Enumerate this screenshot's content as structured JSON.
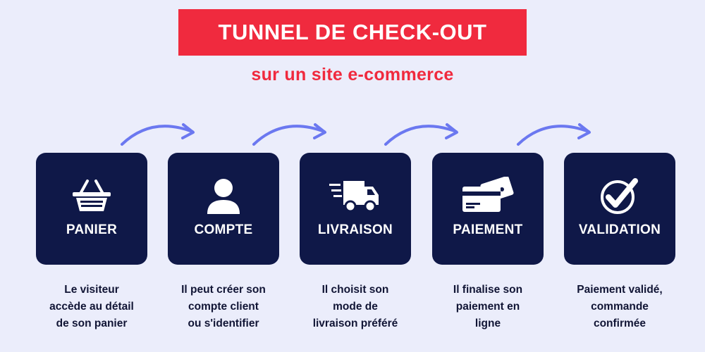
{
  "header": {
    "title": "TUNNEL DE CHECK-OUT",
    "subtitle": "sur un site e-commerce"
  },
  "colors": {
    "accent": "#f02a3e",
    "card": "#0f1848",
    "arrow": "#6b78f0",
    "background": "#ebedfb",
    "text": "#111535"
  },
  "steps": [
    {
      "label": "PANIER",
      "icon": "basket-icon",
      "desc": [
        "Le visiteur",
        "accède au détail",
        "de son panier"
      ]
    },
    {
      "label": "COMPTE",
      "icon": "user-icon",
      "desc": [
        "Il peut créer son",
        "compte client",
        "ou s'identifier"
      ]
    },
    {
      "label": "LIVRAISON",
      "icon": "truck-icon",
      "desc": [
        "Il choisit son",
        "mode de",
        "livraison préféré"
      ]
    },
    {
      "label": "PAIEMENT",
      "icon": "credit-card-icon",
      "desc": [
        "Il finalise son",
        "paiement en",
        "ligne"
      ]
    },
    {
      "label": "VALIDATION",
      "icon": "check-circle-icon",
      "desc": [
        "Paiement validé,",
        "commande",
        "confirmée"
      ]
    }
  ]
}
